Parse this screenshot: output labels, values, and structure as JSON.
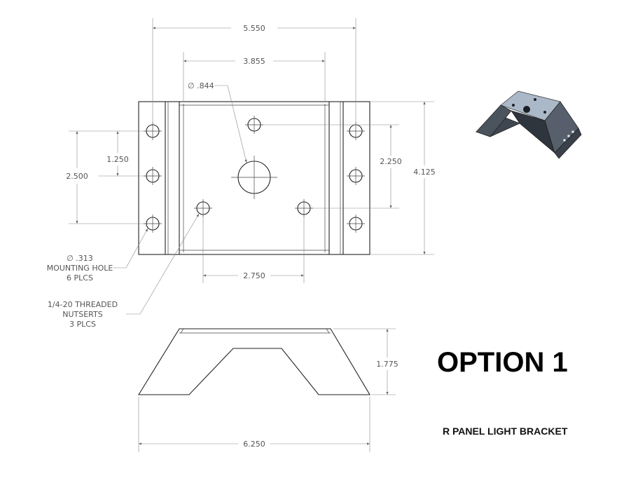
{
  "dimensions": {
    "overall_width": "5.550",
    "inner_width": "3.855",
    "center_hole_dia": "∅ .844",
    "hole_spacing_small": "1.250",
    "hole_spacing_left": "2.500",
    "hole_spacing_right": "2.250",
    "overall_height": "4.125",
    "nutsert_spacing": "2.750",
    "side_height": "1.775",
    "side_width": "6.250"
  },
  "notes": {
    "mounting_hole": [
      "∅ .313",
      "MOUNTING HOLE",
      "6 PLCS"
    ],
    "nutserts": [
      "1/4-20 THREADED",
      "NUTSERTS",
      "3 PLCS"
    ]
  },
  "option_label": "OPTION 1",
  "caption": "R PANEL LIGHT BRACKET",
  "colors": {
    "line": "#222222",
    "dimension": "#555555",
    "option_text": "#000000",
    "iso_body": "#3f4650",
    "iso_top": "#aab8c8"
  }
}
